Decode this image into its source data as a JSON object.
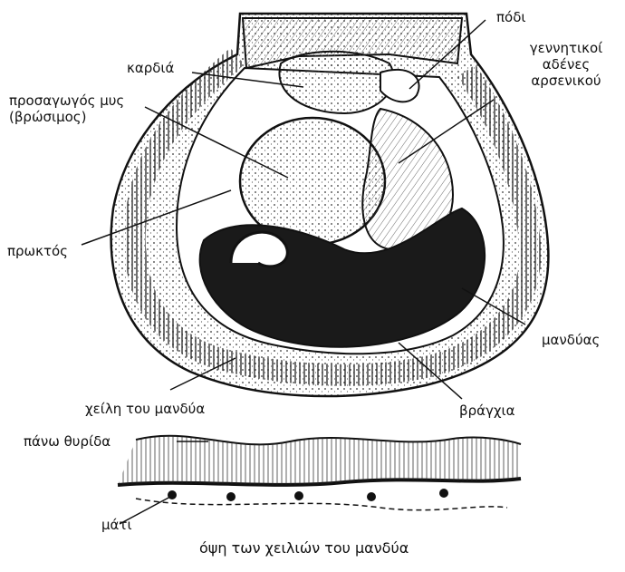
{
  "labels": {
    "podi": "πόδι",
    "kardia": "καρδιά",
    "gonads": [
      "γεννητικοί",
      "αδένες",
      "αρσενικού"
    ],
    "adductor": [
      "προσαγωγός μυς",
      "(βρώσιμος)"
    ],
    "anus": "πρωκτός",
    "mantle": "μανδύας",
    "mantle_lips": "χείλη του μανδύα",
    "gills": "βράγχια",
    "upper_valve": "πάνω θυρίδα",
    "eye": "μάτι"
  },
  "caption": "όψη των χειλιών του μανδύα",
  "colors": {
    "ink": "#111111",
    "paper": "#ffffff",
    "dark_tissue": "#1a1a1a"
  }
}
